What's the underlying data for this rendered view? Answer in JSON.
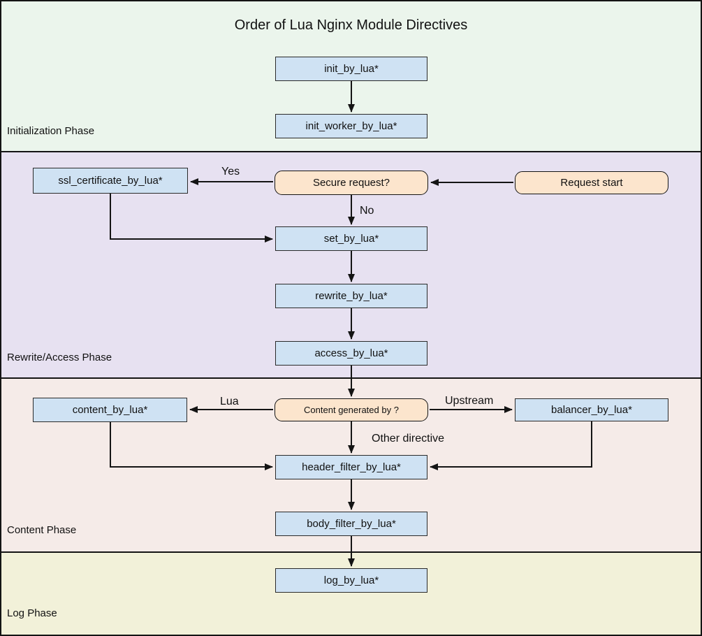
{
  "title": "Order of Lua Nginx Module Directives",
  "phases": [
    {
      "id": "initialization",
      "label": "Initialization Phase"
    },
    {
      "id": "rewrite_access",
      "label": "Rewrite/Access Phase"
    },
    {
      "id": "content",
      "label": "Content Phase"
    },
    {
      "id": "log",
      "label": "Log Phase"
    }
  ],
  "colors": {
    "phase_initialization_bg": "#ebf5ec",
    "phase_rewrite_access_bg": "#e7e1f1",
    "phase_content_bg": "#f5ebe8",
    "phase_log_bg": "#f2f1d9",
    "process_fill": "#cfe2f3",
    "terminal_fill": "#fce5cd",
    "line_color": "#141414"
  },
  "nodes": {
    "init_by_lua": {
      "label": "init_by_lua*",
      "type": "process"
    },
    "init_worker_by_lua": {
      "label": "init_worker_by_lua*",
      "type": "process"
    },
    "ssl_certificate_by_lua": {
      "label": "ssl_certificate_by_lua*",
      "type": "process"
    },
    "secure_request": {
      "label": "Secure request?",
      "type": "decision"
    },
    "request_start": {
      "label": "Request start",
      "type": "terminal"
    },
    "set_by_lua": {
      "label": "set_by_lua*",
      "type": "process"
    },
    "rewrite_by_lua": {
      "label": "rewrite_by_lua*",
      "type": "process"
    },
    "access_by_lua": {
      "label": "access_by_lua*",
      "type": "process"
    },
    "content_by_lua": {
      "label": "content_by_lua*",
      "type": "process"
    },
    "content_generated_by": {
      "label": "Content generated by ?",
      "type": "decision"
    },
    "balancer_by_lua": {
      "label": "balancer_by_lua*",
      "type": "process"
    },
    "header_filter_by_lua": {
      "label": "header_filter_by_lua*",
      "type": "process"
    },
    "body_filter_by_lua": {
      "label": "body_filter_by_lua*",
      "type": "process"
    },
    "log_by_lua": {
      "label": "log_by_lua*",
      "type": "process"
    }
  },
  "edge_labels": {
    "yes": "Yes",
    "no": "No",
    "lua": "Lua",
    "upstream": "Upstream",
    "other_directive": "Other directive"
  }
}
